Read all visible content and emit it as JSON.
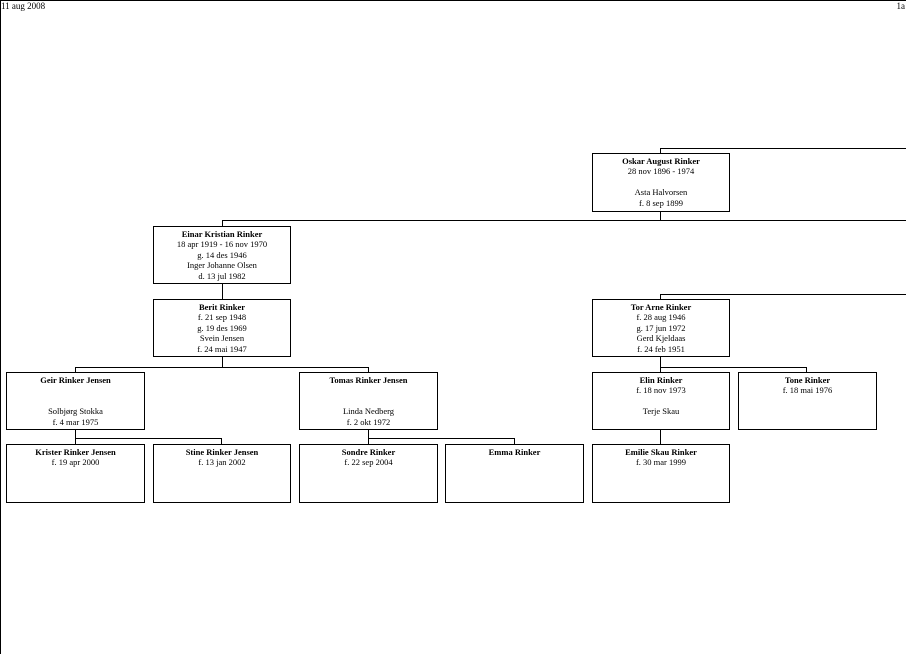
{
  "header": {
    "date": "11 aug 2008",
    "page": "1a"
  },
  "people": {
    "oskar": {
      "name": "Oskar August Rinker",
      "line1": "28 nov 1896 - 1974",
      "spouse": "Asta Halvorsen",
      "spouse_line": "f. 8 sep 1899"
    },
    "einar": {
      "name": "Einar Kristian Rinker",
      "line1": "18 apr 1919 - 16 nov 1970",
      "line2": "g. 14 des 1946",
      "spouse": "Inger Johanne Olsen",
      "spouse_line": "d. 13 jul 1982"
    },
    "berit": {
      "name": "Berit Rinker",
      "line1": "f. 21 sep 1948",
      "line2": "g. 19 des 1969",
      "spouse": "Svein Jensen",
      "spouse_line": "f. 24 mai 1947"
    },
    "tor": {
      "name": "Tor Arne Rinker",
      "line1": "f. 28 aug 1946",
      "line2": "g. 17 jun 1972",
      "spouse": "Gerd Kjeldaas",
      "spouse_line": "f. 24 feb 1951"
    },
    "geir": {
      "name": "Geir Rinker Jensen",
      "spouse": "Solbjørg Stokka",
      "spouse_line": "f. 4 mar 1975"
    },
    "tomas": {
      "name": "Tomas Rinker Jensen",
      "spouse": "Linda Nedberg",
      "spouse_line": "f. 2 okt 1972"
    },
    "elin": {
      "name": "Elin Rinker",
      "line1": "f. 18 nov 1973",
      "spouse": "Terje Skau"
    },
    "tone": {
      "name": "Tone Rinker",
      "line1": "f. 18 mai 1976"
    },
    "krister": {
      "name": "Krister Rinker Jensen",
      "line1": "f. 19 apr 2000"
    },
    "stine": {
      "name": "Stine Rinker Jensen",
      "line1": "f. 13 jan 2002"
    },
    "sondre": {
      "name": "Sondre Rinker",
      "line1": "f. 22 sep 2004"
    },
    "emma": {
      "name": "Emma Rinker"
    },
    "emilie": {
      "name": "Emilie Skau Rinker",
      "line1": "f. 30 mar 1999"
    }
  }
}
